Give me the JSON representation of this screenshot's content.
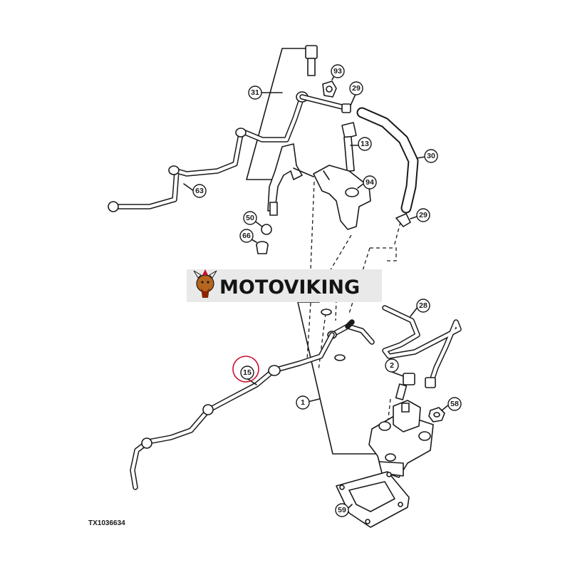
{
  "brand": {
    "name": "MOTOVIKING",
    "logo_icon": "viking-mascot-icon"
  },
  "figure_id": "TX1036634",
  "highlighted_callout": "15",
  "highlight_color": "#c8102e",
  "callouts": [
    {
      "id": "31",
      "label": "31"
    },
    {
      "id": "93",
      "label": "93"
    },
    {
      "id": "29a",
      "label": "29"
    },
    {
      "id": "13",
      "label": "13"
    },
    {
      "id": "30",
      "label": "30"
    },
    {
      "id": "94",
      "label": "94"
    },
    {
      "id": "63",
      "label": "63"
    },
    {
      "id": "50",
      "label": "50"
    },
    {
      "id": "29b",
      "label": "29"
    },
    {
      "id": "66",
      "label": "66"
    },
    {
      "id": "28",
      "label": "28"
    },
    {
      "id": "15",
      "label": "15"
    },
    {
      "id": "2",
      "label": "2"
    },
    {
      "id": "58",
      "label": "58"
    },
    {
      "id": "1",
      "label": "1"
    },
    {
      "id": "59",
      "label": "59"
    }
  ]
}
